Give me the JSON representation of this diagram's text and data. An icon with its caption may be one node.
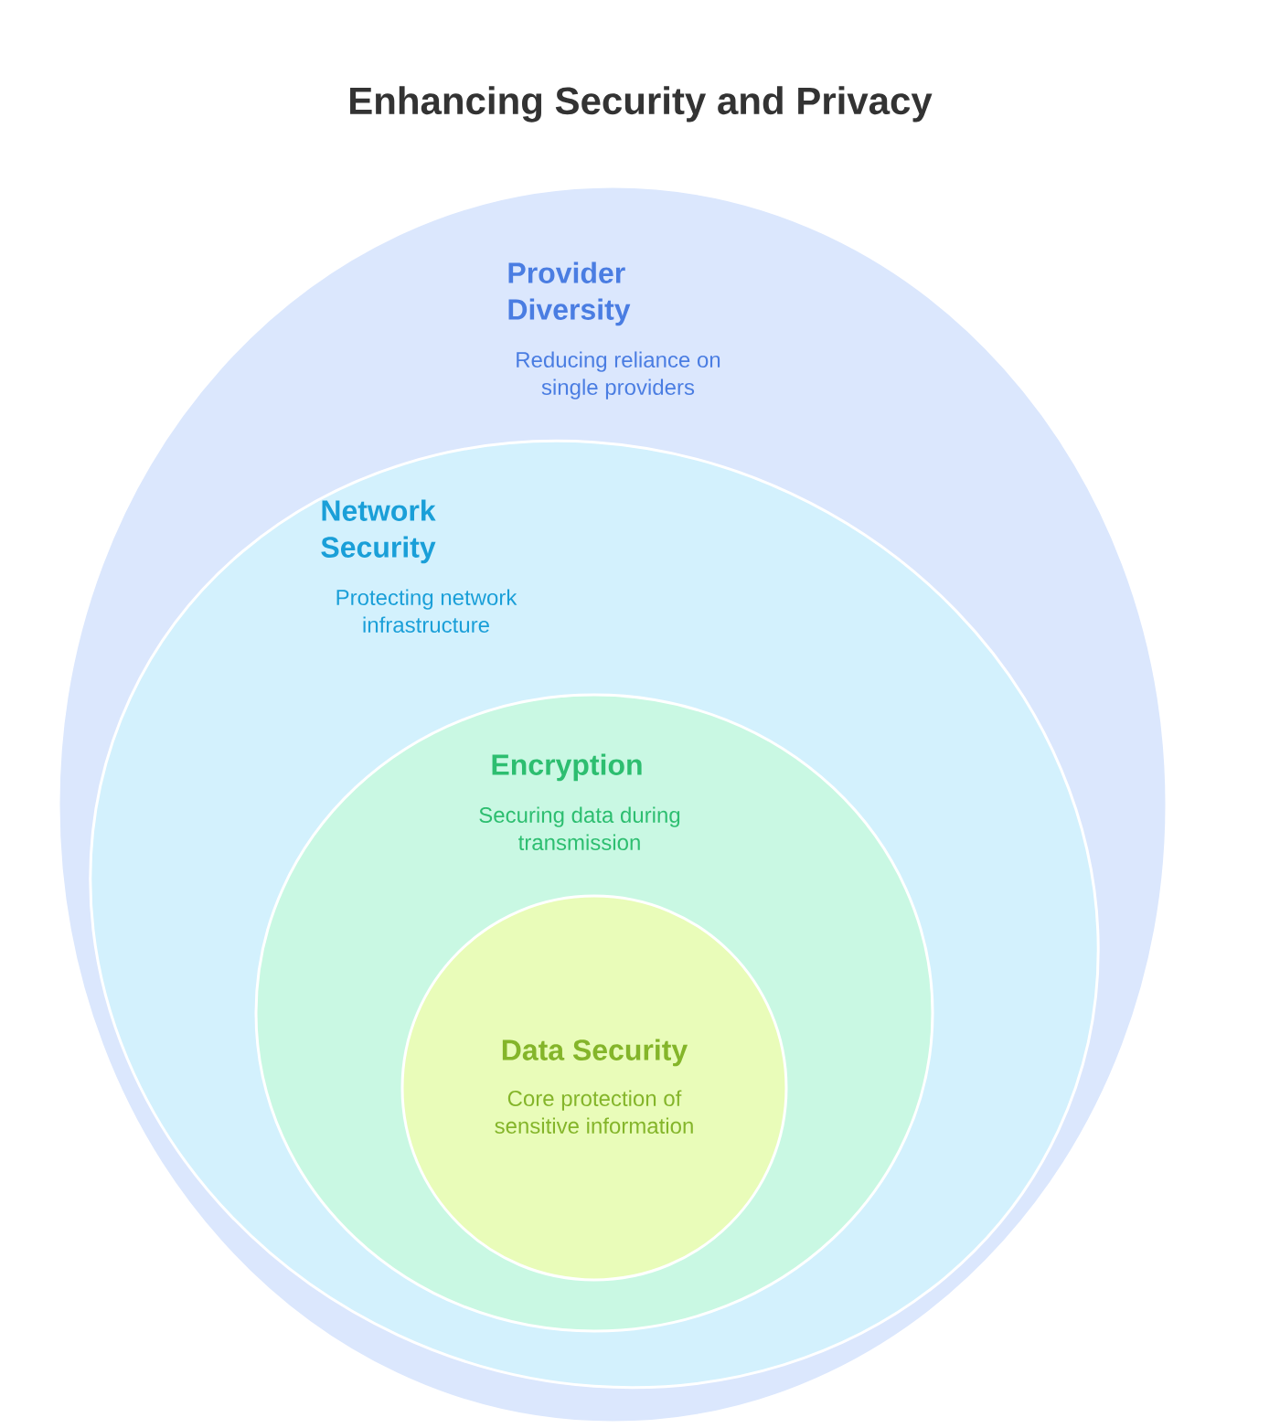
{
  "diagram": {
    "title": "Enhancing Security and Privacy",
    "nodes": [
      {
        "text": [
          "Provider Diversity",
          "Reducing reliance on single providers"
        ]
      },
      {
        "text": [
          "Network Security",
          "Protecting network infrastructure"
        ],
        "in": 0
      },
      {
        "text": [
          "Encryption",
          "Securing data during transmission"
        ],
        "in": 1
      },
      {
        "text": [
          "Data Security",
          "Core protection of sensitive information"
        ],
        "in": 2
      }
    ]
  }
}
